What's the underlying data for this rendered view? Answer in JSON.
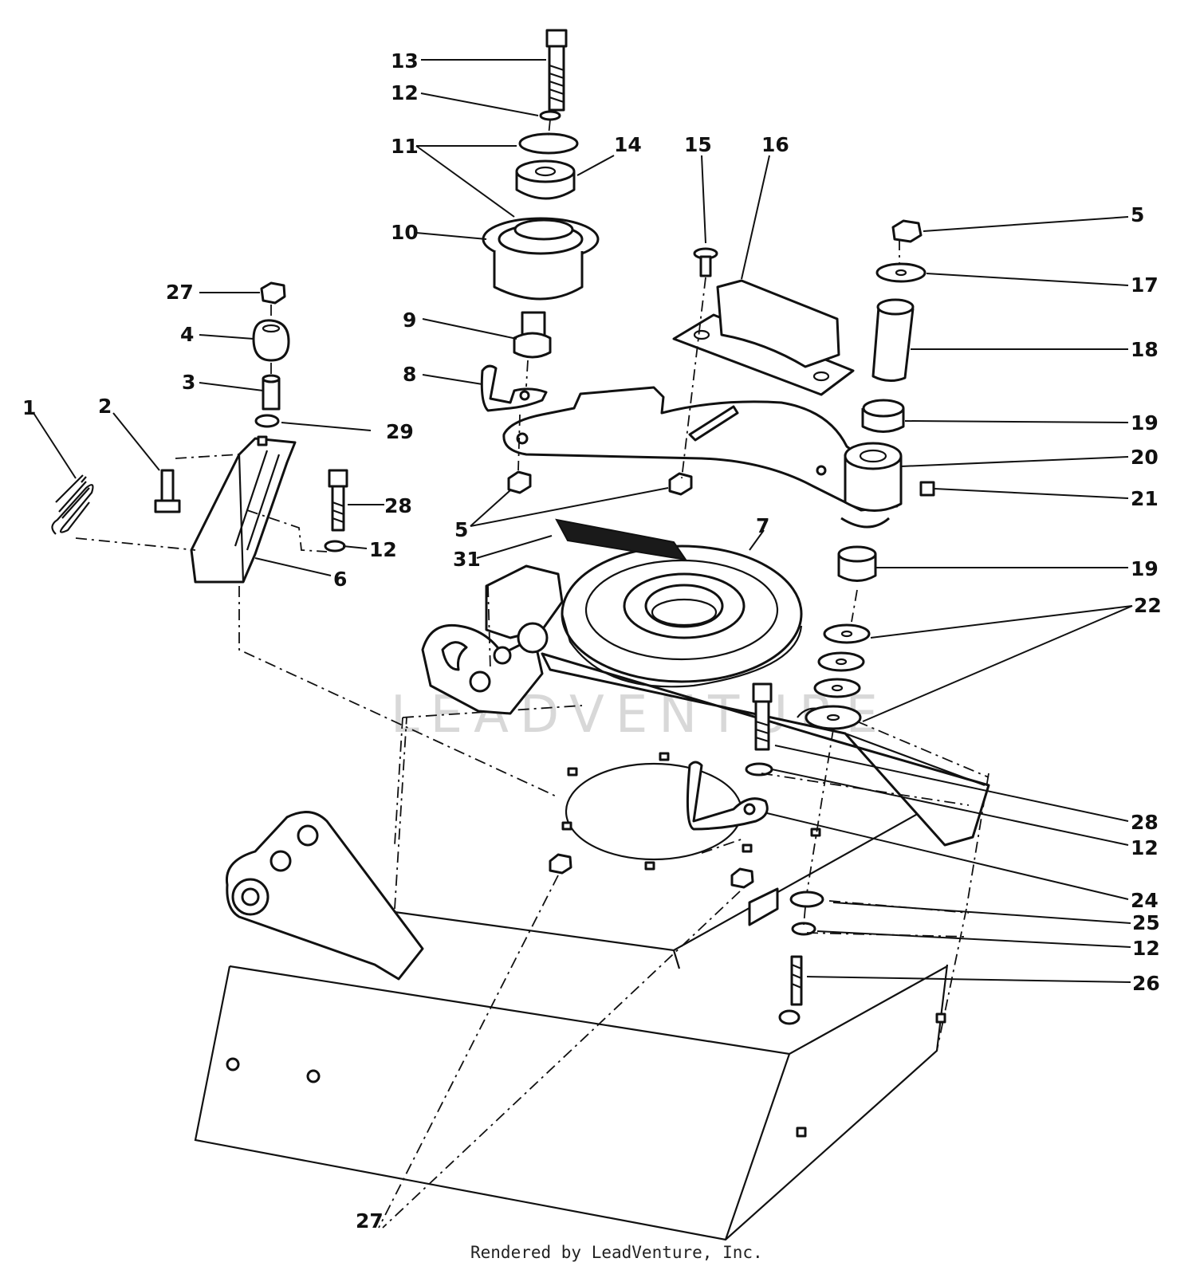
{
  "watermark": "LEADVENTURE",
  "credit": "Rendered by LeadVenture, Inc.",
  "callouts": [
    {
      "id": "c1",
      "text": "1"
    },
    {
      "id": "c2",
      "text": "2"
    },
    {
      "id": "c3",
      "text": "3"
    },
    {
      "id": "c4",
      "text": "4"
    },
    {
      "id": "c27a",
      "text": "27"
    },
    {
      "id": "c29",
      "text": "29"
    },
    {
      "id": "c28a",
      "text": "28"
    },
    {
      "id": "c12a",
      "text": "12"
    },
    {
      "id": "c6",
      "text": "6"
    },
    {
      "id": "c13",
      "text": "13"
    },
    {
      "id": "c12b",
      "text": "12"
    },
    {
      "id": "c11",
      "text": "11"
    },
    {
      "id": "c14",
      "text": "14"
    },
    {
      "id": "c10",
      "text": "10"
    },
    {
      "id": "c9",
      "text": "9"
    },
    {
      "id": "c8",
      "text": "8"
    },
    {
      "id": "c5a",
      "text": "5"
    },
    {
      "id": "c31",
      "text": "31"
    },
    {
      "id": "c7",
      "text": "7"
    },
    {
      "id": "c15",
      "text": "15"
    },
    {
      "id": "c16",
      "text": "16"
    },
    {
      "id": "c5b",
      "text": "5"
    },
    {
      "id": "c17",
      "text": "17"
    },
    {
      "id": "c18",
      "text": "18"
    },
    {
      "id": "c19a",
      "text": "19"
    },
    {
      "id": "c20",
      "text": "20"
    },
    {
      "id": "c21",
      "text": "21"
    },
    {
      "id": "c19b",
      "text": "19"
    },
    {
      "id": "c22",
      "text": "22"
    },
    {
      "id": "c28b",
      "text": "28"
    },
    {
      "id": "c12c",
      "text": "12"
    },
    {
      "id": "c24",
      "text": "24"
    },
    {
      "id": "c25",
      "text": "25"
    },
    {
      "id": "c12d",
      "text": "12"
    },
    {
      "id": "c26",
      "text": "26"
    },
    {
      "id": "c27b",
      "text": "27"
    }
  ]
}
